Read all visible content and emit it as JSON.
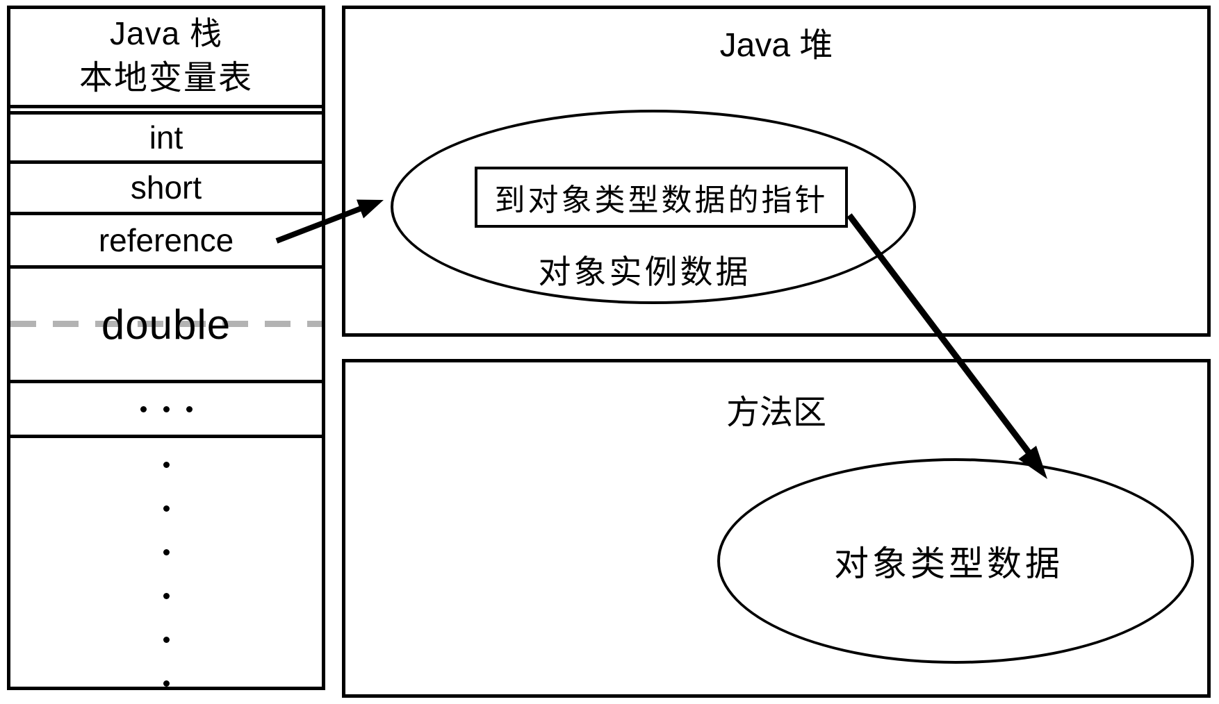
{
  "stack": {
    "title": "Java 栈",
    "subtitle": "本地变量表",
    "rows": [
      "int",
      "short",
      "reference",
      "double"
    ],
    "horizontal_dots_count": 3,
    "vertical_dots_count": 6
  },
  "heap": {
    "title": "Java 堆",
    "pointer_label": "到对象类型数据的指针",
    "instance_label": "对象实例数据"
  },
  "method_area": {
    "title": "方法区",
    "type_label": "对象类型数据"
  },
  "colors": {
    "ink": "#000000",
    "dash_gray": "#b3b3b3",
    "background": "#ffffff"
  }
}
